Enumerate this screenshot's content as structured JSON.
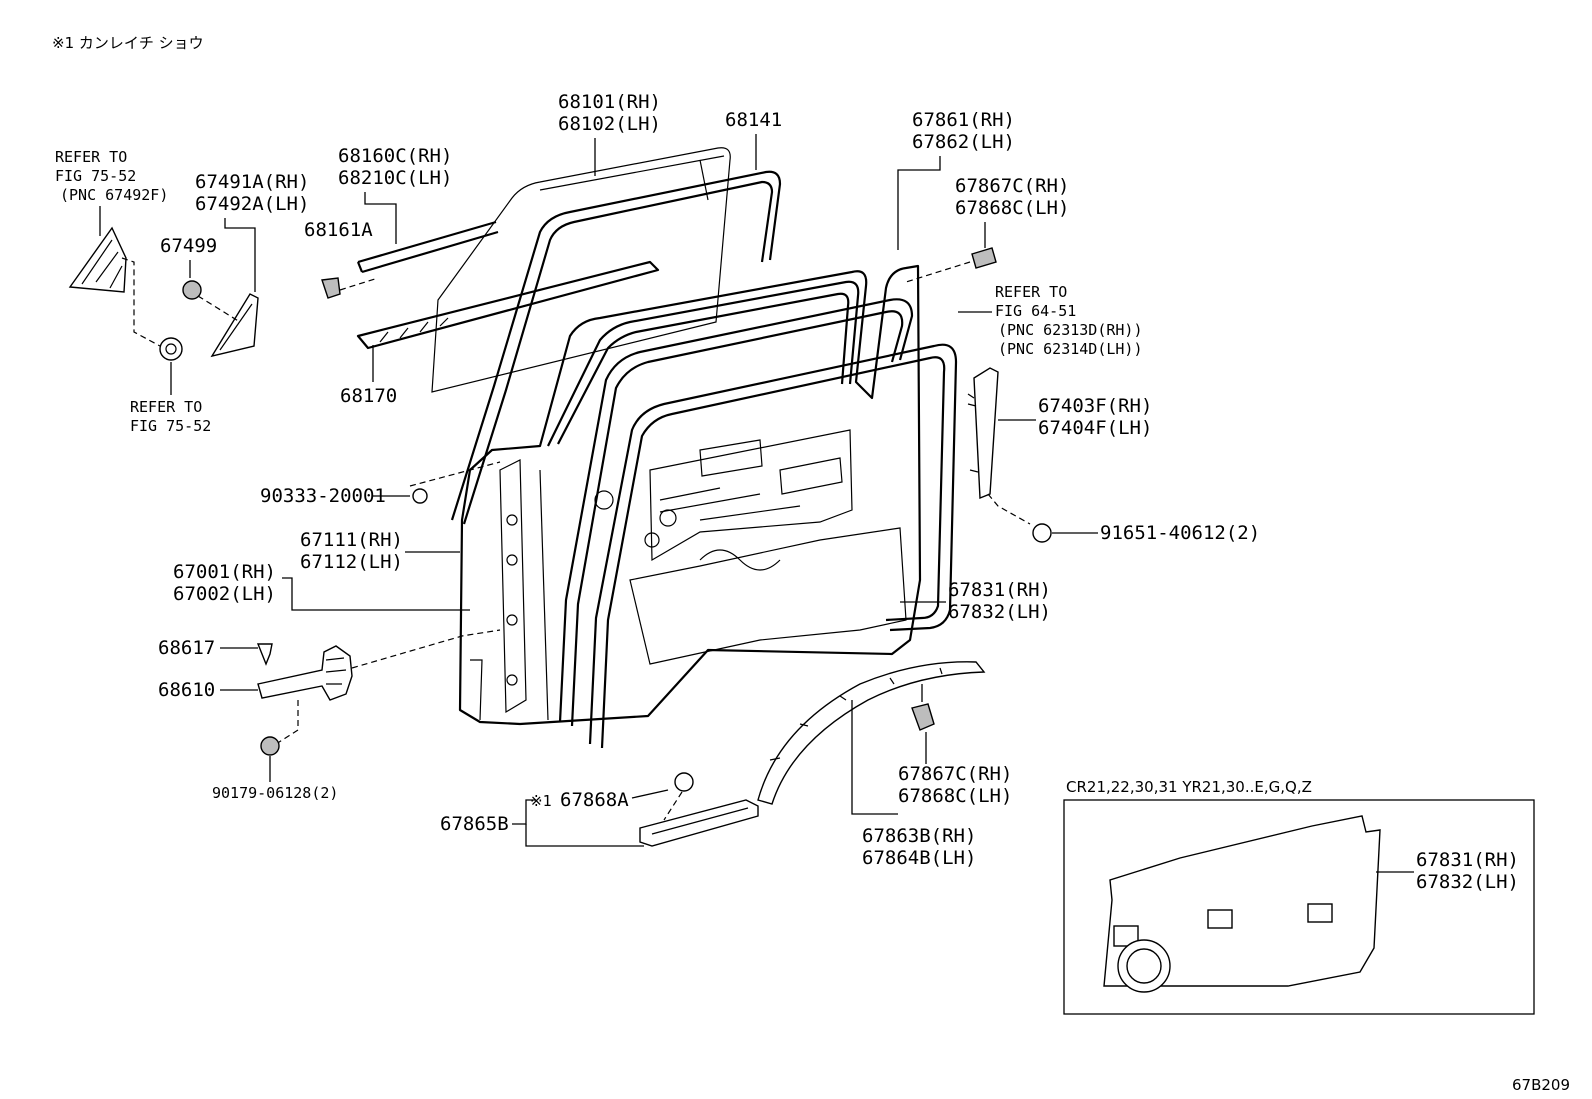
{
  "header_note": "※1 カンレイチ ショウ",
  "figure_id": "67B209",
  "inset_caption": "CR21,22,30,31 YR21,30..E,G,Q,Z",
  "labels": {
    "refer_75_52_top_1": "REFER TO",
    "refer_75_52_top_2": "FIG 75-52",
    "refer_75_52_top_3": "(PNC 67492F)",
    "p67491A": "67491A(RH)",
    "p67492A": "67492A(LH)",
    "p67499": "67499",
    "refer_75_52_bot_1": "REFER TO",
    "refer_75_52_bot_2": "FIG 75-52",
    "p68160C": "68160C(RH)",
    "p68210C": "68210C(LH)",
    "p68161A": "68161A",
    "p68101": "68101(RH)",
    "p68102": "68102(LH)",
    "p68141": "68141",
    "p68170": "68170",
    "p67861": "67861(RH)",
    "p67862": "67862(LH)",
    "p67867C_top": "67867C(RH)",
    "p67868C_top": "67868C(LH)",
    "refer_64_51_1": "REFER TO",
    "refer_64_51_2": "FIG 64-51",
    "refer_64_51_3": "(PNC 62313D(RH))",
    "refer_64_51_4": "(PNC 62314D(LH))",
    "p67403F": "67403F(RH)",
    "p67404F": "67404F(LH)",
    "p91651": "91651-40612(2)",
    "p90333": "90333-20001",
    "p67111": "67111(RH)",
    "p67112": "67112(LH)",
    "p67001": "67001(RH)",
    "p67002": "67002(LH)",
    "p67831": "67831(RH)",
    "p67832": "67832(LH)",
    "p68617": "68617",
    "p68610": "68610",
    "p90179": "90179-06128(2)",
    "p67867C_bot": "67867C(RH)",
    "p67868C_bot": "67868C(LH)",
    "p67868A_mark": "※1",
    "p67868A": "67868A",
    "p67865B": "67865B",
    "p67863B": "67863B(RH)",
    "p67864B": "67864B(LH)",
    "inset_p67831": "67831(RH)",
    "inset_p67832": "67832(LH)"
  }
}
